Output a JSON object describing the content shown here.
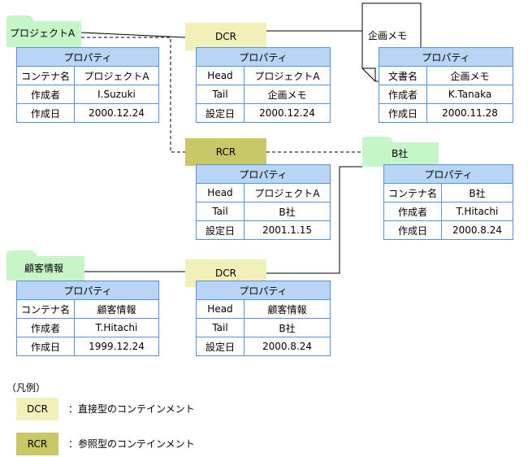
{
  "colors": {
    "folder": "#c6f5c8",
    "dcr": "#f0f0b8",
    "rcr": "#c8c864",
    "header": "#b9d5f5",
    "border": "#5b8fd6"
  },
  "prop_title": "プロパティ",
  "containers": {
    "projectA": {
      "name": "プロジェクトA",
      "rows": [
        [
          "コンテナ名",
          "プロジェクトA"
        ],
        [
          "作成者",
          "I.Suzuki"
        ],
        [
          "作成日",
          "2000.12.24"
        ]
      ]
    },
    "b_sha": {
      "name": "B社",
      "rows": [
        [
          "コンテナ名",
          "B社"
        ],
        [
          "作成者",
          "T.Hitachi"
        ],
        [
          "作成日",
          "2000.8.24"
        ]
      ]
    },
    "kokyaku": {
      "name": "顧客情報",
      "rows": [
        [
          "コンテナ名",
          "顧客情報"
        ],
        [
          "作成者",
          "T.Hitachi"
        ],
        [
          "作成日",
          "1999.12.24"
        ]
      ]
    }
  },
  "document": {
    "name": "企画メモ",
    "rows": [
      [
        "文書名",
        "企画メモ"
      ],
      [
        "作成者",
        "K.Tanaka"
      ],
      [
        "作成日",
        "2000.11.28"
      ]
    ]
  },
  "relations": {
    "dcr1": {
      "label": "DCR",
      "rows": [
        [
          "Head",
          "プロジェクトA"
        ],
        [
          "Tail",
          "企画メモ"
        ],
        [
          "設定日",
          "2000.12.24"
        ]
      ]
    },
    "rcr": {
      "label": "RCR",
      "rows": [
        [
          "Head",
          "プロジェクトA"
        ],
        [
          "Tail",
          "B社"
        ],
        [
          "設定日",
          "2001.1.15"
        ]
      ]
    },
    "dcr2": {
      "label": "DCR",
      "rows": [
        [
          "Head",
          "顧客情報"
        ],
        [
          "Tail",
          "B社"
        ],
        [
          "設定日",
          "2000.8.24"
        ]
      ]
    }
  },
  "legend": {
    "title": "（凡例）",
    "dcr_label": "DCR",
    "dcr_desc": "：直接型のコンテインメント",
    "rcr_label": "RCR",
    "rcr_desc": "：参照型のコンテインメント"
  }
}
